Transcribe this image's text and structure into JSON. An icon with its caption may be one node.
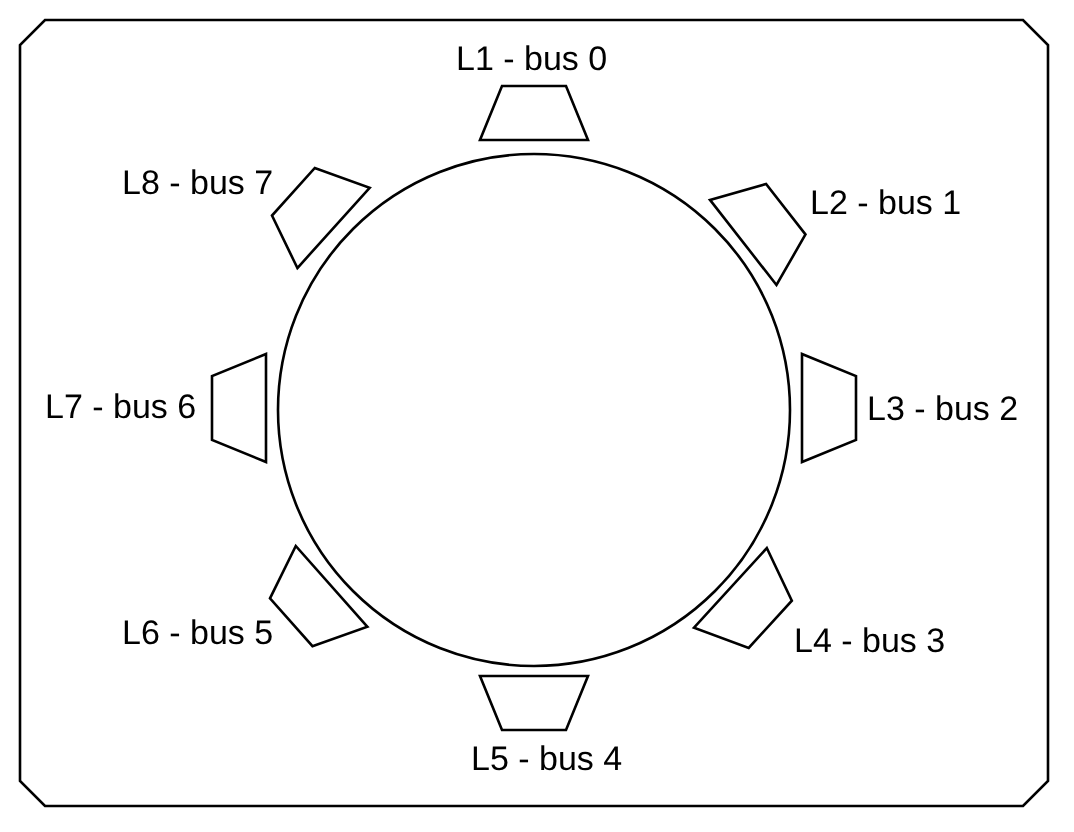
{
  "diagram": {
    "nodes": [
      {
        "text": [],
        "shape": "box"
      },
      {
        "text": [],
        "shape": "circle",
        "in": 0
      },
      {
        "text": [
          "L1 - bus 0"
        ],
        "in": 0
      },
      {
        "text": [
          "L2 - bus 1"
        ],
        "in": 0
      },
      {
        "text": [
          "L3 - bus 2"
        ],
        "in": 0
      },
      {
        "text": [
          "L4 - bus 3"
        ],
        "in": 0
      },
      {
        "text": [
          "L5 - bus 4"
        ],
        "in": 0
      },
      {
        "text": [
          "L6 - bus 5"
        ],
        "in": 0
      },
      {
        "text": [
          "L7 - bus 6"
        ],
        "in": 0
      },
      {
        "text": [
          "L8 - bus 7"
        ],
        "in": 0
      }
    ]
  }
}
